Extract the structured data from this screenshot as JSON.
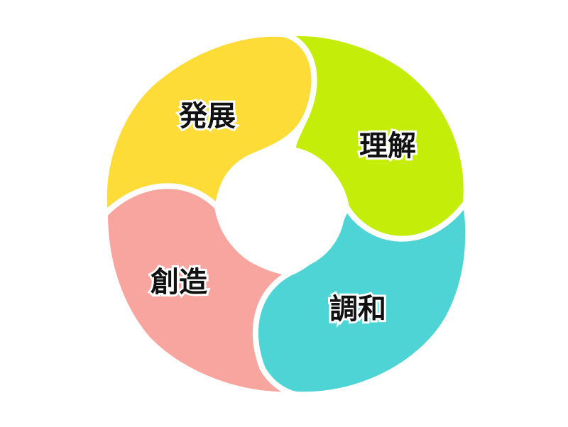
{
  "segments": [
    {
      "label": "発展",
      "color": "#fddc37"
    },
    {
      "label": "理解",
      "color": "#c4ee0a"
    },
    {
      "label": "調和",
      "color": "#4fd4d6"
    },
    {
      "label": "創造",
      "color": "#f7a59e"
    }
  ]
}
